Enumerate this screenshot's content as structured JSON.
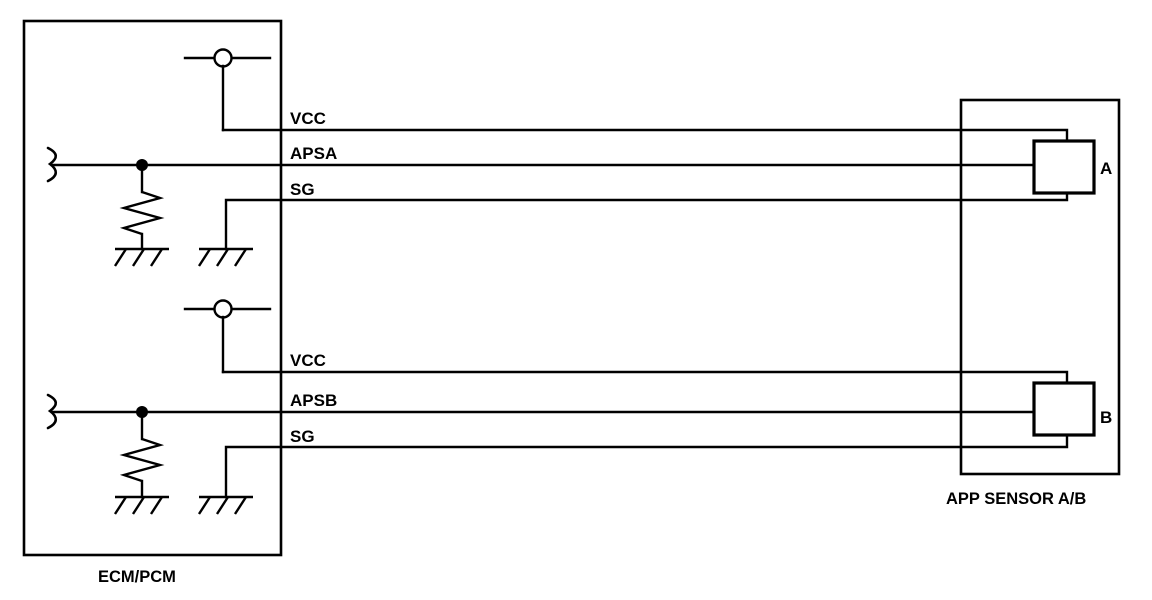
{
  "diagram": {
    "title": "APP Sensor A/B wiring schematic",
    "background_color": "#ffffff",
    "line_color": "#000000"
  },
  "blocks": [
    {
      "id": "ecm",
      "label": "ECM/PCM",
      "label_position": "bottom-left"
    },
    {
      "id": "app_sensor",
      "label": "APP SENSOR A/B",
      "label_position": "bottom-right"
    }
  ],
  "circuits": [
    {
      "id": "channel_a",
      "pin_label": "A",
      "wires": [
        {
          "name": "vcc",
          "label": "VCC"
        },
        {
          "name": "sig",
          "label": "APSA"
        },
        {
          "name": "sg",
          "label": "SG"
        }
      ],
      "components": {
        "supply_terminal": "open-circle-terminal",
        "pull_down_resistor": "resistor-zigzag",
        "signal_node": "junction-dot",
        "resistor_ground": "chassis-ground",
        "sg_ground": "chassis-ground"
      }
    },
    {
      "id": "channel_b",
      "pin_label": "B",
      "wires": [
        {
          "name": "vcc",
          "label": "VCC"
        },
        {
          "name": "sig",
          "label": "APSB"
        },
        {
          "name": "sg",
          "label": "SG"
        }
      ],
      "components": {
        "supply_terminal": "open-circle-terminal",
        "pull_down_resistor": "resistor-zigzag",
        "signal_node": "junction-dot",
        "resistor_ground": "chassis-ground",
        "sg_ground": "chassis-ground"
      }
    }
  ],
  "labels": {
    "vcc_a": "VCC",
    "apsa": "APSA",
    "sg_a": "SG",
    "vcc_b": "VCC",
    "apsb": "APSB",
    "sg_b": "SG",
    "pin_a": "A",
    "pin_b": "B",
    "ecm": "ECM/PCM",
    "app_sensor": "APP SENSOR A/B"
  }
}
